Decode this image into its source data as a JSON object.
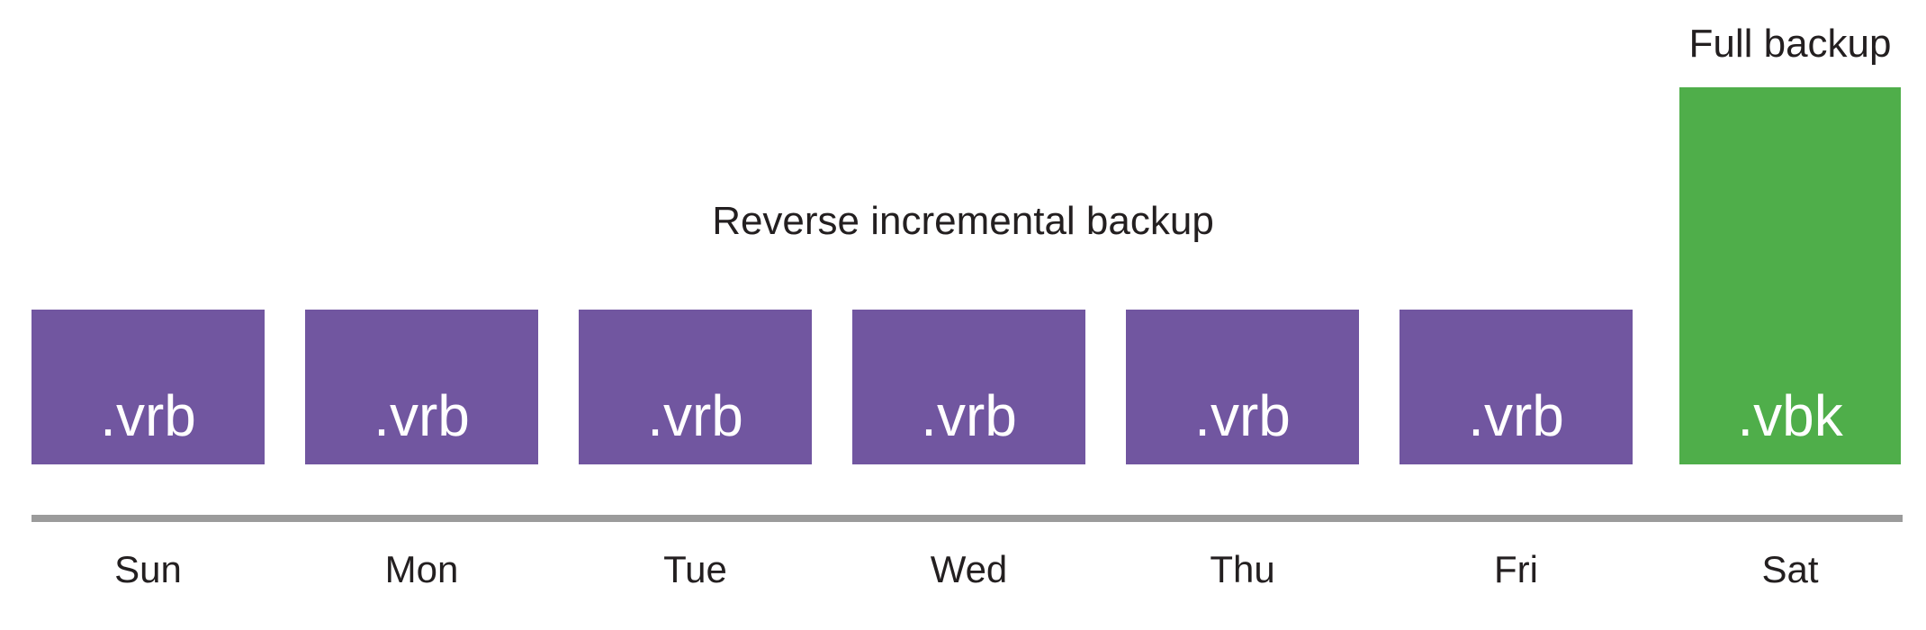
{
  "diagram": {
    "captions": {
      "incremental": "Reverse incremental backup",
      "full": "Full backup"
    },
    "days": [
      {
        "name": "Sun",
        "file": ".vrb",
        "type": "incremental"
      },
      {
        "name": "Mon",
        "file": ".vrb",
        "type": "incremental"
      },
      {
        "name": "Tue",
        "file": ".vrb",
        "type": "incremental"
      },
      {
        "name": "Wed",
        "file": ".vrb",
        "type": "incremental"
      },
      {
        "name": "Thu",
        "file": ".vrb",
        "type": "incremental"
      },
      {
        "name": "Fri",
        "file": ".vrb",
        "type": "incremental"
      },
      {
        "name": "Sat",
        "file": ".vbk",
        "type": "full"
      }
    ],
    "colors": {
      "incremental": "#7156A0",
      "full": "#4FAE4A",
      "axis": "#9B9B9B",
      "text": "#231F20",
      "file_text": "#FFFFFF"
    }
  }
}
